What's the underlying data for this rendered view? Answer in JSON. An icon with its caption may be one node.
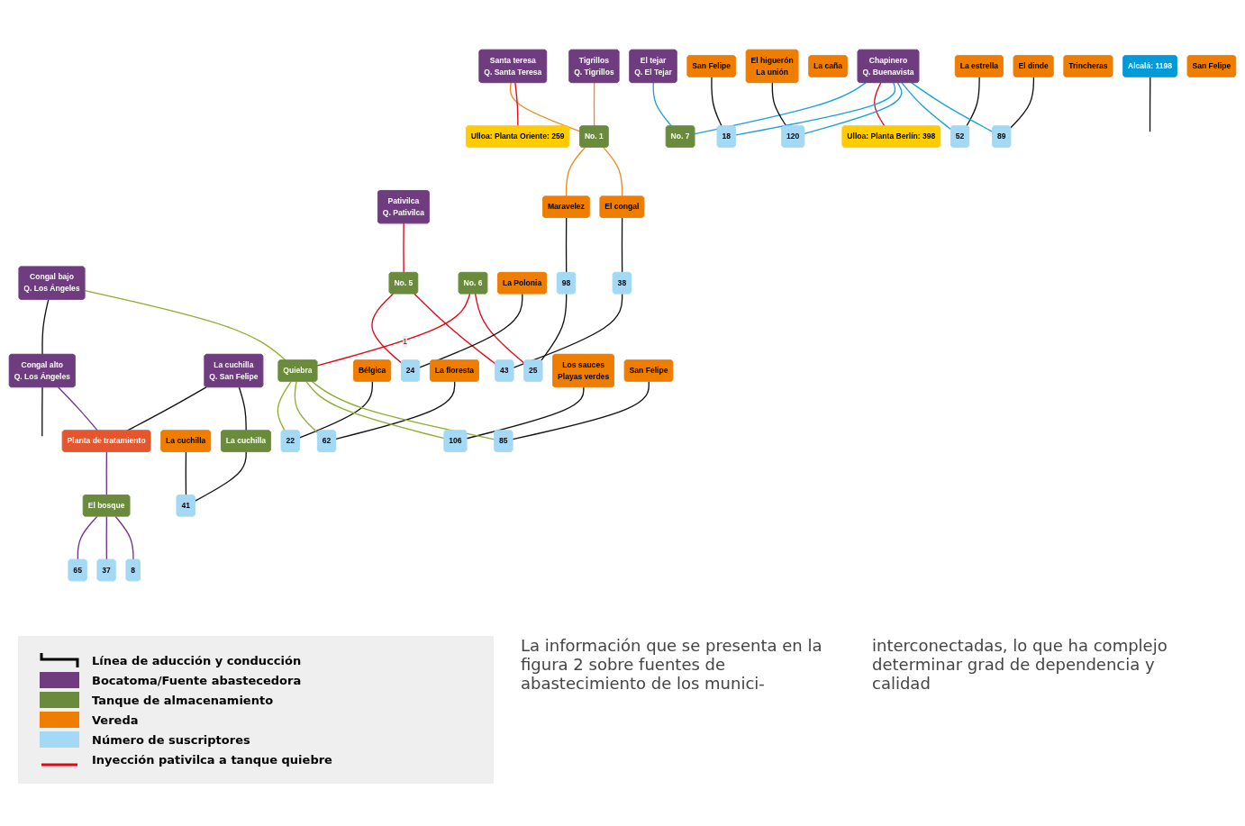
{
  "diagram": {
    "nodes": [
      {
        "text": [
          "Santa teresa",
          "Q. Santa Teresa"
        ]
      },
      {
        "text": [
          "Tigrillos",
          "Q. Tigrillos"
        ]
      },
      {
        "text": [
          "Pativilca",
          "Q. Pativilca"
        ]
      },
      {
        "text": [
          "Congal bajo",
          "Q. Los Ángeles"
        ]
      },
      {
        "text": [
          "Chapinero",
          "Q. Buenavista"
        ]
      },
      {
        "text": [
          "El tejar",
          "Q. El Tejar"
        ]
      },
      {
        "text": [
          "Congal alto",
          "Q. Los Ángeles"
        ]
      },
      {
        "text": [
          "La cuchilla",
          "Q. San Felipe"
        ]
      },
      {
        "text": [
          "Ulloa: Planta Oriente: 259"
        ]
      },
      {
        "text": [
          "No. 1"
        ]
      },
      {
        "text": [
          "No. 5"
        ]
      },
      {
        "text": [
          "No. 6"
        ]
      },
      {
        "text": [
          "Quiebra"
        ]
      },
      {
        "text": [
          "No. 7"
        ]
      },
      {
        "text": [
          "Planta de tratamiento"
        ]
      },
      {
        "text": [
          "La cuchilla"
        ]
      },
      {
        "text": [
          "Maravelez"
        ]
      },
      {
        "text": [
          "El congal"
        ]
      },
      {
        "text": [
          "La Polonia"
        ]
      },
      {
        "text": [
          "Bélgica"
        ]
      },
      {
        "text": [
          "San Felipe"
        ]
      },
      {
        "text": [
          "La cuchilla"
        ]
      },
      {
        "text": [
          "El bosque"
        ]
      },
      {
        "text": [
          "38"
        ]
      },
      {
        "text": [
          "24"
        ]
      },
      {
        "text": [
          "22"
        ]
      },
      {
        "text": [
          "18"
        ]
      },
      {
        "text": [
          "41"
        ]
      },
      {
        "text": [
          "98"
        ]
      },
      {
        "text": [
          "La caña"
        ]
      },
      {
        "text": [
          "La floresta"
        ]
      },
      {
        "text": [
          "El higuerón",
          "La unión"
        ]
      },
      {
        "text": [
          "Alcalá: 1198"
        ]
      },
      {
        "text": [
          "43"
        ]
      },
      {
        "text": [
          "25"
        ]
      },
      {
        "text": [
          "65"
        ]
      },
      {
        "text": [
          "62"
        ]
      },
      {
        "text": [
          "120"
        ]
      },
      {
        "text": [
          "Los sauces",
          "Playas verdes"
        ]
      },
      {
        "text": [
          "La estrella"
        ]
      },
      {
        "text": [
          "Trincheras"
        ]
      },
      {
        "text": [
          "106"
        ]
      },
      {
        "text": [
          "52"
        ]
      },
      {
        "text": [
          "37"
        ]
      },
      {
        "text": [
          "San Felipe"
        ]
      },
      {
        "text": [
          "El dinde"
        ]
      },
      {
        "text": [
          "San Felipe"
        ]
      },
      {
        "text": [
          "85"
        ]
      },
      {
        "text": [
          "89"
        ]
      },
      {
        "text": [
          "8"
        ]
      },
      {
        "text": [
          "Ulloa: Planta Berlín: 398"
        ]
      }
    ],
    "edges": [
      {
        "from": 3,
        "to": 6,
        "arrow": "none"
      },
      {
        "from": 6,
        "to": null,
        "arrow": "none"
      },
      {
        "from": 0,
        "to": 9,
        "arrow": "none",
        "color": "#ef8a1e"
      },
      {
        "from": 1,
        "to": 9,
        "arrow": "none",
        "color": "#ef8a1e"
      },
      {
        "from": 0,
        "to": 8,
        "arrow": "none",
        "color": "#e30613"
      },
      {
        "from": 2,
        "to": 10,
        "arrow": "none",
        "color": "#e30613"
      },
      {
        "from": 3,
        "to": 12,
        "arrow": "none",
        "color": "#8fad2f"
      },
      {
        "from": 4,
        "to": 13,
        "arrow": "none",
        "color": "#1ba0dc"
      },
      {
        "from": 5,
        "to": 13,
        "arrow": "none",
        "color": "#1ba0dc"
      },
      {
        "from": 4,
        "to": 50,
        "arrow": "none",
        "color": "#e30613"
      },
      {
        "from": 6,
        "to": 14,
        "arrow": "none",
        "color": "#6f3191"
      },
      {
        "from": 7,
        "to": 14,
        "arrow": "none"
      },
      {
        "from": 7,
        "to": 15,
        "arrow": "none"
      },
      {
        "from": 11,
        "to": 12,
        "arrow": "none",
        "label": "1",
        "color": "#e30613"
      },
      {
        "from": 9,
        "to": 16,
        "arrow": "none",
        "color": "#ef8a1e"
      },
      {
        "from": 9,
        "to": 17,
        "arrow": "none",
        "color": "#ef8a1e"
      },
      {
        "from": 10,
        "to": 24,
        "arrow": "none",
        "color": "#e30613"
      },
      {
        "from": 10,
        "to": 33,
        "arrow": "none",
        "color": "#e30613"
      },
      {
        "from": 11,
        "to": 34,
        "arrow": "none",
        "color": "#e30613"
      },
      {
        "from": 14,
        "to": 22,
        "arrow": "none",
        "color": "#6f3191"
      },
      {
        "from": 16,
        "to": 28,
        "arrow": "none"
      },
      {
        "from": 28,
        "to": 34,
        "arrow": "none"
      },
      {
        "from": 17,
        "to": 23,
        "arrow": "none"
      },
      {
        "from": 23,
        "to": 33,
        "arrow": "none"
      },
      {
        "from": 18,
        "to": 24,
        "arrow": "none"
      },
      {
        "from": 19,
        "to": 25,
        "arrow": "none"
      },
      {
        "from": 30,
        "to": 36,
        "arrow": "none"
      },
      {
        "from": 38,
        "to": 41,
        "arrow": "none"
      },
      {
        "from": 44,
        "to": 47,
        "arrow": "none"
      },
      {
        "from": 12,
        "to": 25,
        "arrow": "none",
        "color": "#8fad2f"
      },
      {
        "from": 12,
        "to": 36,
        "arrow": "none",
        "color": "#8fad2f"
      },
      {
        "from": 12,
        "to": 41,
        "arrow": "none",
        "color": "#8fad2f"
      },
      {
        "from": 12,
        "to": 47,
        "arrow": "none",
        "color": "#8fad2f"
      },
      {
        "from": 20,
        "to": 26,
        "arrow": "none"
      },
      {
        "from": 31,
        "to": 37,
        "arrow": "none"
      },
      {
        "from": 39,
        "to": 42,
        "arrow": "none"
      },
      {
        "from": 45,
        "to": 48,
        "arrow": "none"
      },
      {
        "from": 4,
        "to": 26,
        "arrow": "none",
        "color": "#1ba0dc"
      },
      {
        "from": 4,
        "to": 37,
        "arrow": "none",
        "color": "#1ba0dc"
      },
      {
        "from": 4,
        "to": 42,
        "arrow": "none",
        "color": "#1ba0dc"
      },
      {
        "from": 4,
        "to": 48,
        "arrow": "none",
        "color": "#1ba0dc"
      },
      {
        "from": 22,
        "to": 35,
        "arrow": "none",
        "color": "#6f3191"
      },
      {
        "from": 22,
        "to": 43,
        "arrow": "none",
        "color": "#6f3191"
      },
      {
        "from": 22,
        "to": 49,
        "arrow": "none",
        "color": "#6f3191"
      },
      {
        "from": 21,
        "to": 27,
        "arrow": "none"
      },
      {
        "from": 15,
        "to": 27,
        "arrow": "none"
      },
      {
        "from": 32,
        "to": null,
        "arrow": "none"
      }
    ],
    "labels": [
      "La información que se presenta en la figura 2 sobre fuentes de abastecimiento de los munici-",
      "interconectadas, lo que ha complejo determinar grad de dependencia y calidad"
    ],
    "legend": [
      {
        "text": "Línea de aducción y conducción"
      },
      {
        "text": "Bocatoma/Fuente abastecedora",
        "color": "#6f3d7f"
      },
      {
        "text": "Tanque de almacenamiento",
        "color": "#6a8b3c"
      },
      {
        "text": "Vereda",
        "color": "#ef7d00"
      },
      {
        "text": "Número de suscriptores",
        "color": "#a3d9f5"
      },
      {
        "text": "Inyección pativilca a tanque quiebre"
      }
    ]
  }
}
